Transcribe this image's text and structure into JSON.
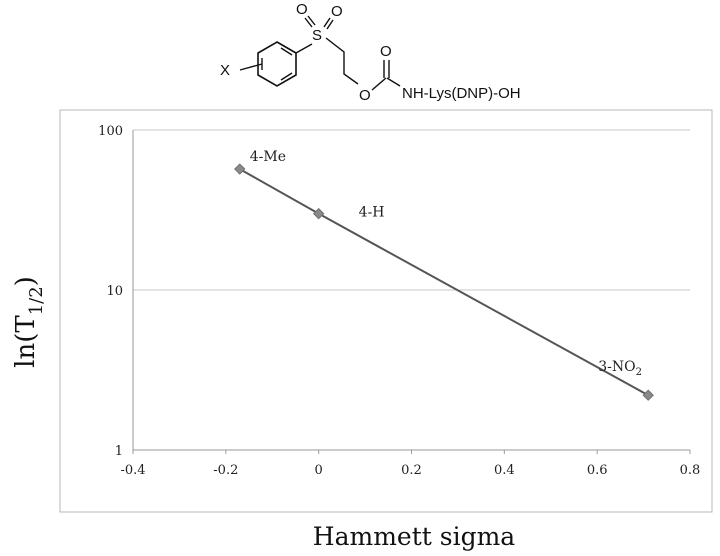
{
  "structure": {
    "substituent": "X",
    "oxygen_labels": [
      "O",
      "O",
      "O",
      "O"
    ],
    "sulfur": "S",
    "amide_label": "NH-Lys(DNP)-OH"
  },
  "chart_data": {
    "type": "scatter",
    "xlabel": "Hammett sigma",
    "ylabel_main": "ln(T",
    "ylabel_sub": "1/2",
    "ylabel_close": ")",
    "xlim": [
      -0.4,
      0.8
    ],
    "ylim": [
      1,
      100
    ],
    "yscale": "log",
    "grid": "horizontal",
    "x_ticks": [
      "-0.4",
      "-0.2",
      "0",
      "0.2",
      "0.4",
      "0.6",
      "0.8"
    ],
    "y_ticks": [
      "1",
      "10",
      "100"
    ],
    "series": [
      {
        "points": [
          {
            "x": -0.17,
            "y": 57,
            "label": "4-Me"
          },
          {
            "x": 0.0,
            "y": 30,
            "label": "4-H"
          },
          {
            "x": 0.71,
            "y": 2.2,
            "label_main": "3-NO",
            "label_sub": "2"
          }
        ]
      }
    ],
    "colors": {
      "marker": "#8a8a8a",
      "line": "#555555"
    }
  }
}
